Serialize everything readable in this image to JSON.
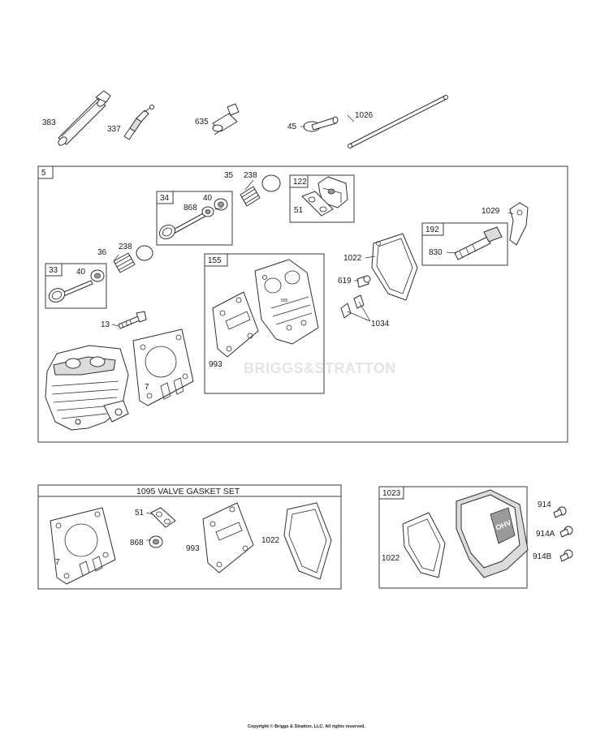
{
  "diagram": {
    "watermark": "BRIGGS&STRATTON",
    "copyright": "Copyright © Briggs & Stratton, LLC. All rights reserved.",
    "kit_boxes": {
      "box_5": "5",
      "box_34": "34",
      "box_33": "33",
      "box_122": "122",
      "box_155": "155",
      "box_192": "192",
      "box_1095": "1095 VALVE GASKET SET",
      "box_1023": "1023"
    },
    "callouts": {
      "c383": "383",
      "c337": "337",
      "c635": "635",
      "c45": "45",
      "c1026": "1026",
      "c35": "35",
      "c238a": "238",
      "c868a": "868",
      "c40a": "40",
      "c51a": "51",
      "c1029": "1029",
      "c36": "36",
      "c238b": "238",
      "c40b": "40",
      "c830": "830",
      "c1022a": "1022",
      "c619": "619",
      "c1034": "1034",
      "c13": "13",
      "c993a": "993",
      "c7a": "7",
      "c51b": "51",
      "c868b": "868",
      "c7b": "7",
      "c993b": "993",
      "c1022b": "1022",
      "c1022c": "1022",
      "c914": "914",
      "c914a": "914A",
      "c914b": "914B"
    },
    "part_text": {
      "ohv": "OHV",
      "gasket_mark": "555"
    }
  }
}
